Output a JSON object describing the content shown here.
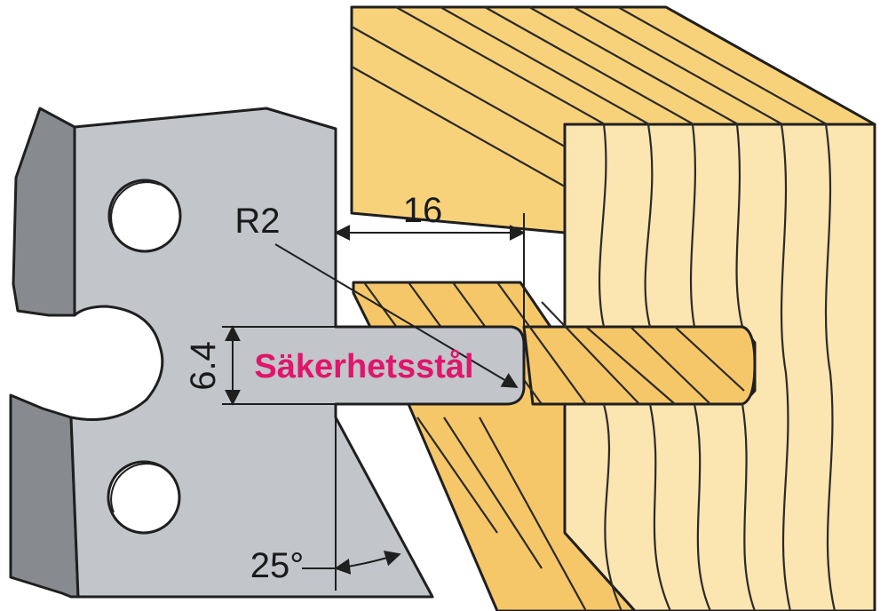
{
  "diagram": {
    "material_label": "Säkerhetsstål",
    "dimensions": {
      "slot_depth": "16",
      "slot_width": "6.4",
      "corner_radius": "R2",
      "clearance_angle": "25°"
    },
    "colors": {
      "knife_face": "#c2c5c9",
      "knife_side": "#878b90",
      "wood_face": "#fbe5b0",
      "wood_top": "#f8d27a",
      "wood_slot": "#f6c769",
      "outline": "#1f1f1f",
      "label": "#e0156b"
    }
  }
}
